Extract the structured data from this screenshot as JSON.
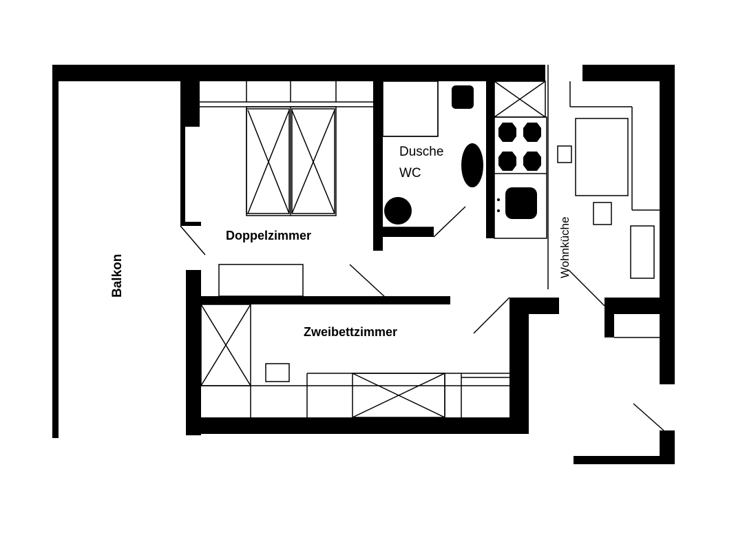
{
  "rooms": {
    "balkon": "Balkon",
    "doppelzimmer": "Doppelzimmer",
    "dusche": "Dusche",
    "wc": "WC",
    "wohnkueche": "Wohnküche",
    "zweibettzimmer": "Zweibettzimmer"
  },
  "colors": {
    "wall": "#000000",
    "line": "#000000",
    "background": "#ffffff"
  }
}
